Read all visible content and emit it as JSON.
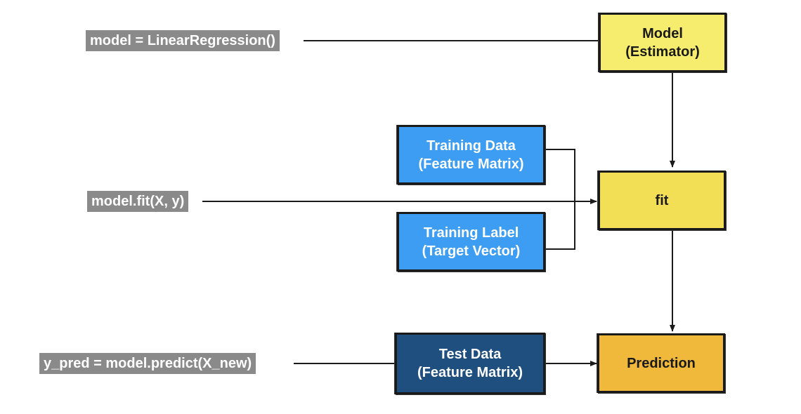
{
  "code_labels": {
    "model_init": "model = LinearRegression()",
    "model_fit": "model.fit(X, y)",
    "model_predict": "y_pred = model.predict(X_new)"
  },
  "boxes": {
    "model": {
      "line1": "Model",
      "line2": "(Estimator)"
    },
    "training_data": {
      "line1": "Training Data",
      "line2": "(Feature Matrix)"
    },
    "fit": {
      "line1": "fit"
    },
    "training_label": {
      "line1": "Training Label",
      "line2": "(Target Vector)"
    },
    "test_data": {
      "line1": "Test Data",
      "line2": "(Feature Matrix)"
    },
    "prediction": {
      "line1": "Prediction"
    }
  },
  "colors": {
    "code_label_bg": "#8a8a8a",
    "model_box": "#f6ec6e",
    "fit_box": "#f2df55",
    "prediction_box": "#f0b93c",
    "training_box": "#3d9df2",
    "test_box": "#1f4f7f",
    "line": "#1a1a1a"
  }
}
